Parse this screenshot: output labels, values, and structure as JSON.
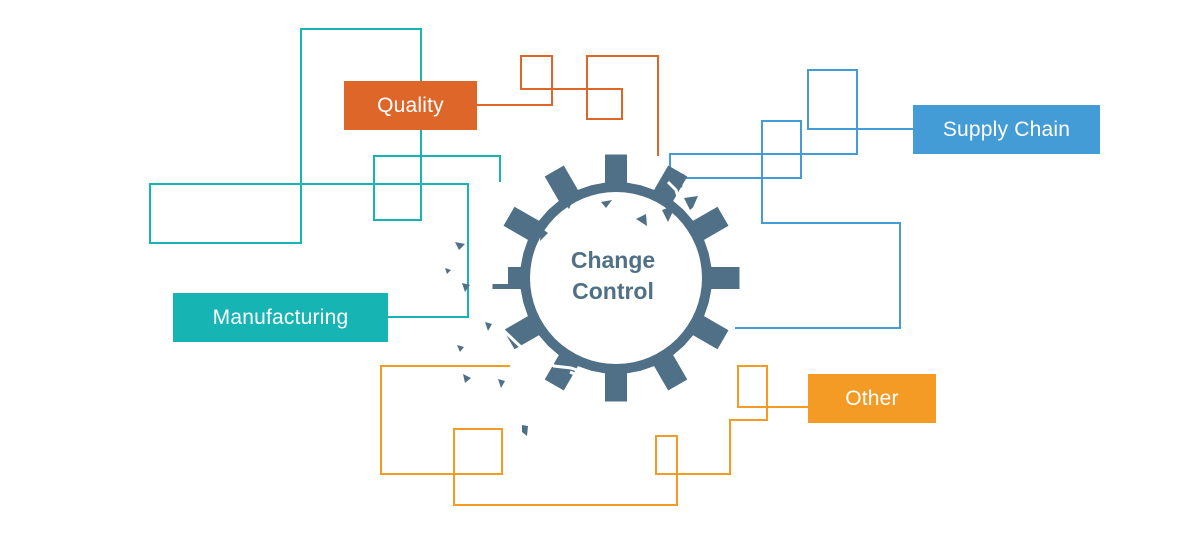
{
  "colors": {
    "quality": "#de6628",
    "supply_chain": "#449cd6",
    "manufacturing": "#17b4b4",
    "other": "#f49b25",
    "gear": "#4f7086",
    "background": "#ffffff"
  },
  "center": {
    "line1": "Change",
    "line2": "Control"
  },
  "labels": {
    "quality": "Quality",
    "supply_chain": "Supply Chain",
    "manufacturing": "Manufacturing",
    "other": "Other"
  }
}
